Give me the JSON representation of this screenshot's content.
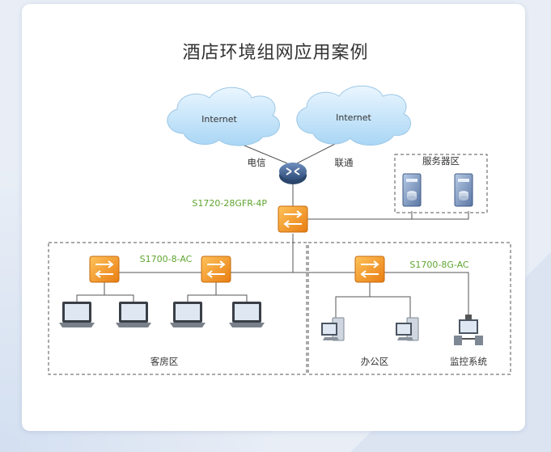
{
  "title": "酒店环境组网应用案例",
  "clouds": [
    "Internet",
    "Internet"
  ],
  "isp_labels": {
    "left": "电信",
    "right": "联通"
  },
  "devices": {
    "core_switch": "S1720-28GFR-4P",
    "guest_switch": "S1700-8-AC",
    "office_switch": "S1700-8G-AC"
  },
  "zones": {
    "server": "服务器区",
    "guest": "客房区",
    "office": "办公区",
    "monitor": "监控系统"
  },
  "colors": {
    "switch_orange": "#f39a1f",
    "router_blue": "#3e5f8f",
    "label_green": "#5ea52f",
    "cloud_blue": "#bde0f6"
  }
}
